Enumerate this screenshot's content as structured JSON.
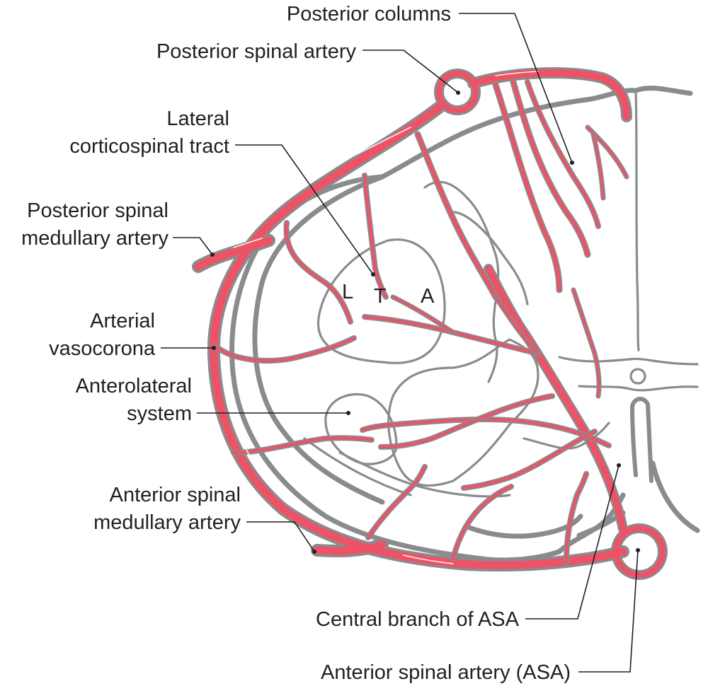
{
  "figure": {
    "title": "Arterial supply of the spinal cord (cross-section)",
    "colors": {
      "artery": "#ee5266",
      "artery_outline": "#8a8b8d",
      "cord_outline": "#8a8b8d",
      "text": "#231f20",
      "background": "#ffffff"
    },
    "labels": {
      "posterior_columns": "Posterior columns",
      "posterior_spinal_artery": "Posterior spinal artery",
      "lateral_cst_line1": "Lateral",
      "lateral_cst_line2": "corticospinal tract",
      "ps_medullary_line1": "Posterior spinal",
      "ps_medullary_line2": "medullary artery",
      "vasocorona_line1": "Arterial",
      "vasocorona_line2": "vasocorona",
      "anterolateral_line1": "Anterolateral",
      "anterolateral_line2": "system",
      "as_medullary_line1": "Anterior spinal",
      "as_medullary_line2": "medullary artery",
      "central_branch": "Central branch of ASA",
      "asa": "Anterior spinal artery (ASA)"
    },
    "tract_letters": {
      "L": "L",
      "T": "T",
      "A": "A"
    }
  }
}
